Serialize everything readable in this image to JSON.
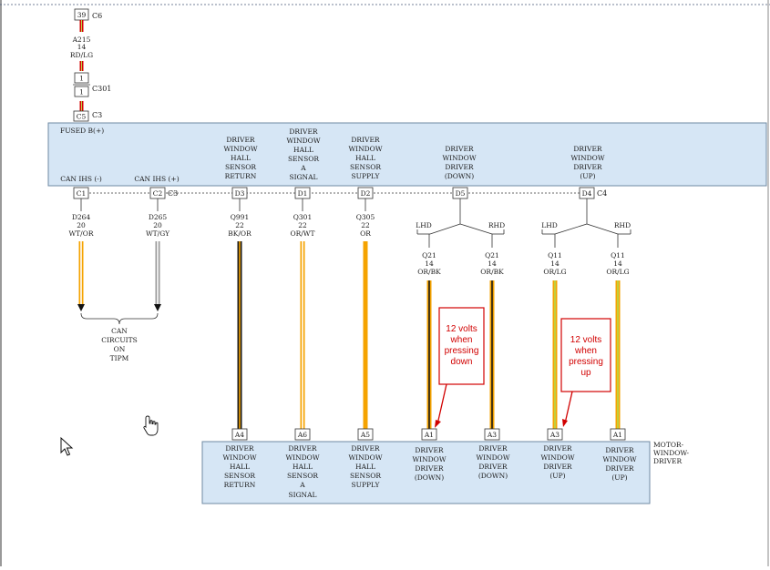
{
  "colors": {
    "module_fill": "#d6e6f5",
    "module_stroke": "#6f8aa3",
    "wire_black": "#1a1a1a",
    "wire_orange": "#f5a300",
    "wire_white": "#ffffff",
    "wire_gray": "#9a9a9a",
    "wire_lightgreen": "#b7d84a",
    "wire_red": "#d40000",
    "annotation": "#d10000",
    "arrow_fill": "#111111"
  },
  "top_chain": {
    "c6_pin": "39",
    "c6_label": "C6",
    "circuit_id": "A215",
    "circuit_gauge": "14",
    "circuit_color": "RD/LG",
    "splice_pin_top": "1",
    "splice_pin_bottom": "1",
    "c301_label": "C301",
    "c5_pin": "C5",
    "c5_label": "C3"
  },
  "upper_module": {
    "fused_label": "FUSED B(+)",
    "functions": [
      [
        "DRIVER",
        "WINDOW",
        "HALL",
        "SENSOR",
        "RETURN"
      ],
      [
        "DRIVER",
        "WINDOW",
        "HALL",
        "SENSOR",
        "A",
        "SIGNAL"
      ],
      [
        "DRIVER",
        "WINDOW",
        "HALL",
        "SENSOR",
        "SUPPLY"
      ],
      [
        "DRIVER",
        "WINDOW",
        "DRIVER",
        "(DOWN)"
      ],
      [
        "DRIVER",
        "WINDOW",
        "DRIVER",
        "(UP)"
      ]
    ],
    "can_left": "CAN IHS (-)",
    "can_right": "CAN IHS (+)",
    "connector_c3": "C3",
    "connector_c4": "C4",
    "pins": [
      "C1",
      "C2",
      "D3",
      "D1",
      "D2",
      "D5",
      "D4"
    ]
  },
  "wires": [
    {
      "id": "D264",
      "gauge": "20",
      "color": "WT/OR"
    },
    {
      "id": "D265",
      "gauge": "20",
      "color": "WT/GY"
    },
    {
      "id": "Q991",
      "gauge": "22",
      "color": "BK/OR"
    },
    {
      "id": "Q301",
      "gauge": "22",
      "color": "OR/WT"
    },
    {
      "id": "Q305",
      "gauge": "22",
      "color": "OR"
    },
    {
      "id": "Q21",
      "gauge": "14",
      "color": "OR/BK"
    },
    {
      "id": "Q21",
      "gauge": "14",
      "color": "OR/BK"
    },
    {
      "id": "Q11",
      "gauge": "14",
      "color": "OR/LG"
    },
    {
      "id": "Q11",
      "gauge": "14",
      "color": "OR/LG"
    }
  ],
  "branch_labels": {
    "lhd": "LHD",
    "rhd": "RHD"
  },
  "can_note": [
    "CAN",
    "CIRCUITS",
    "ON",
    "TIPM"
  ],
  "lower_module": {
    "name": [
      "MOTOR-",
      "WINDOW-",
      "DRIVER"
    ],
    "pins": [
      "A4",
      "A6",
      "A5",
      "A1",
      "A3",
      "A3",
      "A1"
    ],
    "functions": [
      [
        "DRIVER",
        "WINDOW",
        "HALL",
        "SENSOR",
        "RETURN"
      ],
      [
        "DRIVER",
        "WINDOW",
        "HALL",
        "SENSOR",
        "A",
        "SIGNAL"
      ],
      [
        "DRIVER",
        "WINDOW",
        "HALL",
        "SENSOR",
        "SUPPLY"
      ],
      [
        "DRIVER",
        "WINDOW",
        "DRIVER",
        "(DOWN)"
      ],
      [
        "DRIVER",
        "WINDOW",
        "DRIVER",
        "(DOWN)"
      ],
      [
        "DRIVER",
        "WINDOW",
        "DRIVER",
        "(UP)"
      ],
      [
        "DRIVER",
        "WINDOW",
        "DRIVER",
        "(UP)"
      ]
    ]
  },
  "annotations": {
    "down_note": [
      "12 volts",
      "when",
      "pressing",
      "down"
    ],
    "up_note": [
      "12 volts",
      "when",
      "pressing",
      "up"
    ]
  }
}
